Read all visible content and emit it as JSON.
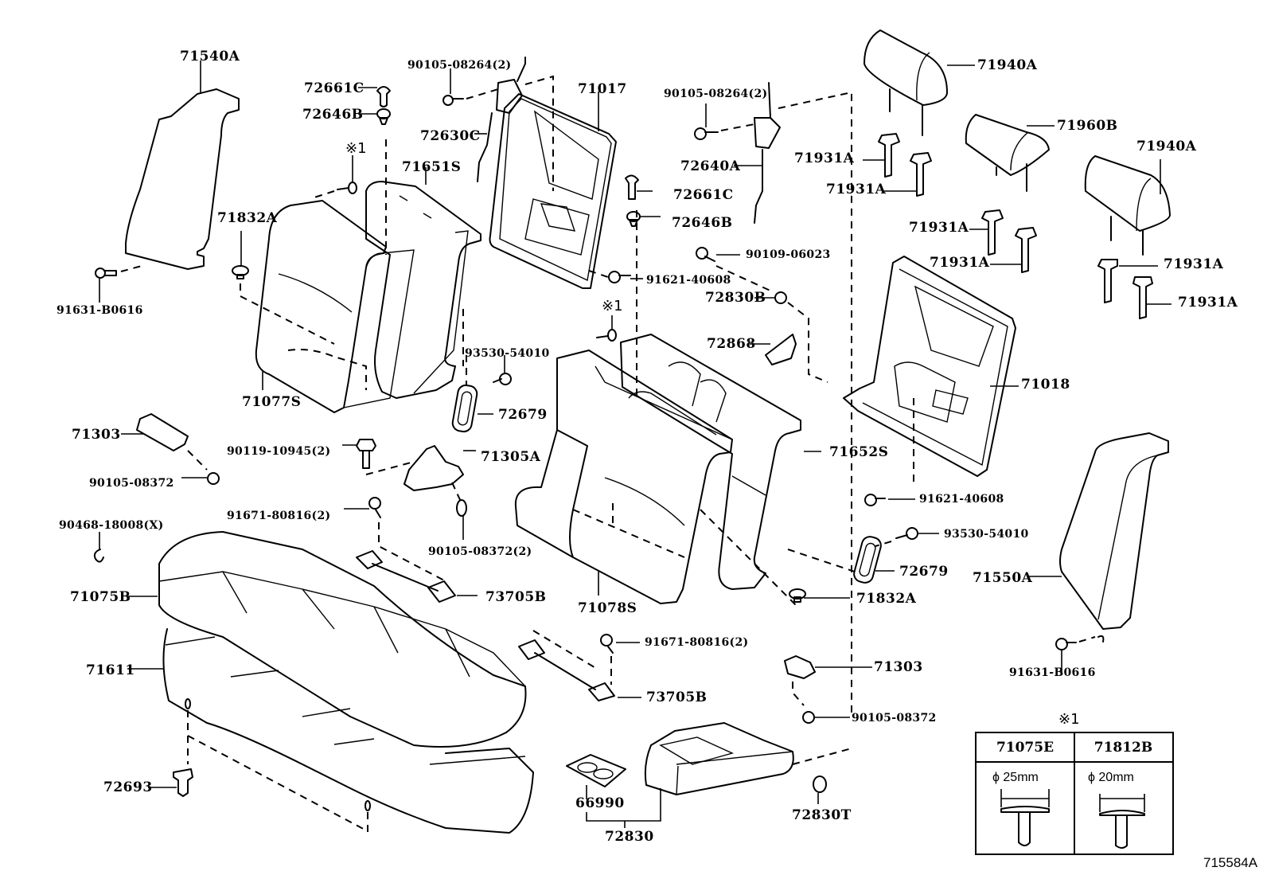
{
  "diagram": {
    "title": "Rear seat assembly exploded parts diagram",
    "reference_code": "715584A",
    "footnote_marker": "※1",
    "parts": {
      "p71540A": "71540A",
      "p72661C_l": "72661C",
      "p72646B_l": "72646B",
      "p90105_08264_l": "90105-08264(2)",
      "p72630C": "72630C",
      "p71017": "71017",
      "p71651S": "71651S",
      "p71832A_l": "71832A",
      "p91631_B0616_l": "91631-B0616",
      "p71077S": "71077S",
      "p71303_l": "71303",
      "p90119_10945": "90119-10945(2)",
      "p90105_08372_l": "90105-08372",
      "p90468_18008": "90468-18008(X)",
      "p91671_80816_l": "91671-80816(2)",
      "p71305A": "71305A",
      "p90105_08372_2": "90105-08372(2)",
      "p93530_54010_l": "93530-54010",
      "p72679_l": "72679",
      "p71075B": "71075B",
      "p71611": "71611",
      "p73705B_l": "73705B",
      "p72693": "72693",
      "p71078S": "71078S",
      "p91671_80816_r": "91671-80816(2)",
      "p73705B_r": "73705B",
      "p66990": "66990",
      "p72830": "72830",
      "p72830T": "72830T",
      "p90105_08264_r": "90105-08264(2)",
      "p72640A": "72640A",
      "p72661C_r": "72661C",
      "p72646B_r": "72646B",
      "p90109_06023": "90109-06023",
      "p91621_40608_t": "91621-40608",
      "p72830B": "72830B",
      "p72868": "72868",
      "p71940A_1": "71940A",
      "p71960B": "71960B",
      "p71940A_2": "71940A",
      "p71931A_1": "71931A",
      "p71931A_2": "71931A",
      "p71931A_3": "71931A",
      "p71931A_4": "71931A",
      "p71931A_5": "71931A",
      "p71931A_6": "71931A",
      "p71018": "71018",
      "p71652S": "71652S",
      "p91621_40608_b": "91621-40608",
      "p93530_54010_r": "93530-54010",
      "p72679_r": "72679",
      "p71832A_r": "71832A",
      "p71550A": "71550A",
      "p91631_B0616_r": "91631-B0616",
      "p71303_r": "71303",
      "p90105_08372_r": "90105-08372"
    },
    "legend": {
      "marker": "※1",
      "columns": [
        {
          "part": "71075E",
          "diameter": "ϕ 25mm"
        },
        {
          "part": "71812B",
          "diameter": "ϕ 20mm"
        }
      ]
    }
  }
}
